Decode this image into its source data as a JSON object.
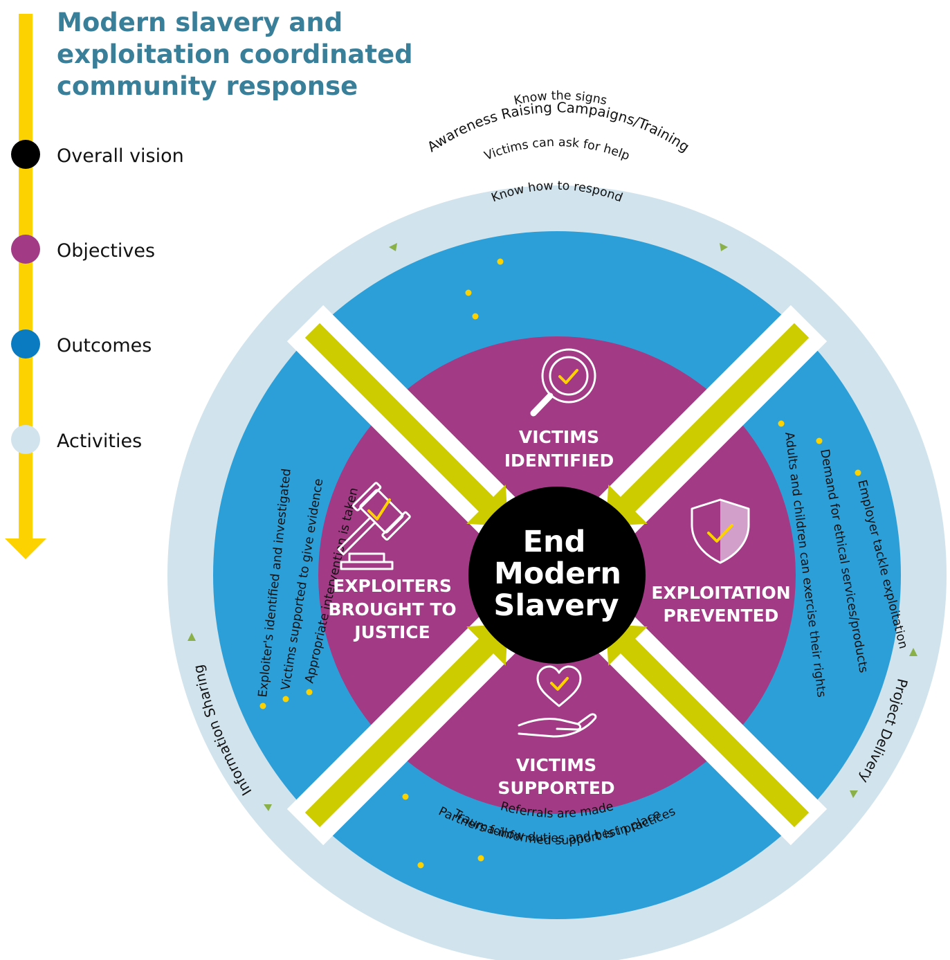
{
  "title": [
    "Modern slavery and",
    "exploitation coordinated",
    "community response"
  ],
  "legend": [
    {
      "label": "Overall vision",
      "color": "#000000"
    },
    {
      "label": "Objectives",
      "color": "#a23a85"
    },
    {
      "label": "Outcomes",
      "color": "#2d9fd8"
    },
    {
      "label": "Activities",
      "color": "#d1e3ec"
    }
  ],
  "vision": [
    "End",
    "Modern",
    "Slavery"
  ],
  "activities": {
    "top": "Awareness Raising Campaigns/Training",
    "right": "Project Delivery",
    "left": "Information Sharing"
  },
  "objectives": {
    "top": [
      "VICTIMS",
      "IDENTIFIED"
    ],
    "right": [
      "EXPLOITATION",
      "PREVENTED"
    ],
    "bottom": [
      "VICTIMS",
      "SUPPORTED"
    ],
    "left": [
      "EXPLOITERS",
      "BROUGHT TO",
      "JUSTICE"
    ]
  },
  "outcomes": {
    "top": [
      "Know the signs",
      "Victims can ask for help",
      "Know how to respond"
    ],
    "right": [
      "Employer tackle exploitation",
      "Demand for ethical services/products",
      "Adults and children can exercise their rights"
    ],
    "bottom": [
      "Partners follow duties and best practices",
      "Referrals are made",
      "Trauma-informed support is in place"
    ],
    "left": [
      "Exploiter's identified and investigated",
      "Victims supported to give evidence",
      "Appropriate intervention is taken"
    ]
  },
  "icons": {
    "top": "magnifier-check-icon",
    "right": "shield-check-icon",
    "bottom": "heart-hand-icon",
    "left": "gavel-icon"
  },
  "colors": {
    "title": "#3a7f9a",
    "timeline": "#fcd200",
    "activities_ring": "#d1e3ec",
    "outcomes_ring": "#2d9fd8",
    "objectives_ring": "#a23a85",
    "vision": "#000000",
    "arrows": "#cccc00",
    "bullets": "#fcd200",
    "ring_markers": "#8ab04a"
  }
}
